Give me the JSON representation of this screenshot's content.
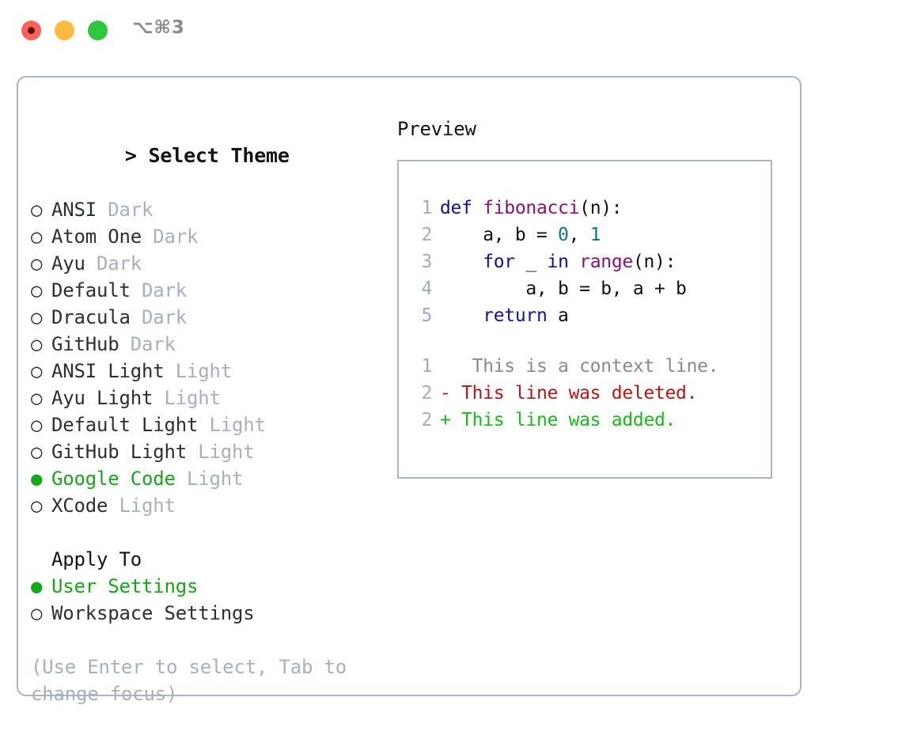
{
  "titlebar": {
    "lights": [
      "close-red",
      "minimize-yellow",
      "maximize-green"
    ],
    "shortcut": "⌥⌘3"
  },
  "left": {
    "prompt_marker": ">",
    "title": "Select Theme",
    "bullet_unselected": "○",
    "bullet_selected": "●",
    "themes": [
      {
        "name": "ANSI",
        "kind": "Dark",
        "selected": false
      },
      {
        "name": "Atom One",
        "kind": "Dark",
        "selected": false
      },
      {
        "name": "Ayu",
        "kind": "Dark",
        "selected": false
      },
      {
        "name": "Default",
        "kind": "Dark",
        "selected": false
      },
      {
        "name": "Dracula",
        "kind": "Dark",
        "selected": false
      },
      {
        "name": "GitHub",
        "kind": "Dark",
        "selected": false
      },
      {
        "name": "ANSI Light",
        "kind": "Light",
        "selected": false
      },
      {
        "name": "Ayu Light",
        "kind": "Light",
        "selected": false
      },
      {
        "name": "Default Light",
        "kind": "Light",
        "selected": false
      },
      {
        "name": "GitHub Light",
        "kind": "Light",
        "selected": false
      },
      {
        "name": "Google Code",
        "kind": "Light",
        "selected": true
      },
      {
        "name": "XCode",
        "kind": "Light",
        "selected": false
      }
    ],
    "apply_to_title": "Apply To",
    "apply_to_options": [
      {
        "name": "User Settings",
        "selected": true
      },
      {
        "name": "Workspace Settings",
        "selected": false
      }
    ],
    "hint": "(Use Enter to select, Tab to change focus)"
  },
  "right": {
    "preview_title": "Preview",
    "code_lines": [
      {
        "no": "1",
        "tokens": [
          {
            "t": "def ",
            "c": "kw"
          },
          {
            "t": "fibonacci",
            "c": "fn"
          },
          {
            "t": "(n):",
            "c": "txt"
          }
        ]
      },
      {
        "no": "2",
        "tokens": [
          {
            "t": "    a, b = ",
            "c": "txt"
          },
          {
            "t": "0",
            "c": "num"
          },
          {
            "t": ", ",
            "c": "txt"
          },
          {
            "t": "1",
            "c": "num"
          }
        ]
      },
      {
        "no": "3",
        "tokens": [
          {
            "t": "    ",
            "c": "txt"
          },
          {
            "t": "for",
            "c": "kw"
          },
          {
            "t": " _ ",
            "c": "txt"
          },
          {
            "t": "in",
            "c": "kw"
          },
          {
            "t": " ",
            "c": "txt"
          },
          {
            "t": "range",
            "c": "fn"
          },
          {
            "t": "(n):",
            "c": "txt"
          }
        ]
      },
      {
        "no": "4",
        "tokens": [
          {
            "t": "        a, b = b, a + b",
            "c": "txt"
          }
        ]
      },
      {
        "no": "5",
        "tokens": [
          {
            "t": "    ",
            "c": "txt"
          },
          {
            "t": "return",
            "c": "kw"
          },
          {
            "t": " a",
            "c": "txt"
          }
        ]
      }
    ],
    "diff_lines": [
      {
        "no": "1",
        "marker": " ",
        "text": "  This is a context line.",
        "c": "ctx"
      },
      {
        "no": "2",
        "marker": "-",
        "text": " This line was deleted.",
        "c": "del"
      },
      {
        "no": "2",
        "marker": "+",
        "text": " This line was added.",
        "c": "add"
      }
    ]
  },
  "colors": {
    "accent_green": "#16a819",
    "muted": "#a7b0bd",
    "border": "#aab4c4",
    "keyword": "#11119e",
    "function": "#8e1072",
    "number": "#077a7a",
    "diff_added": "#16bb16",
    "diff_deleted": "#bb1413",
    "light_red": "#fb6158",
    "light_yellow": "#fdbc40",
    "light_green": "#2bc840"
  }
}
